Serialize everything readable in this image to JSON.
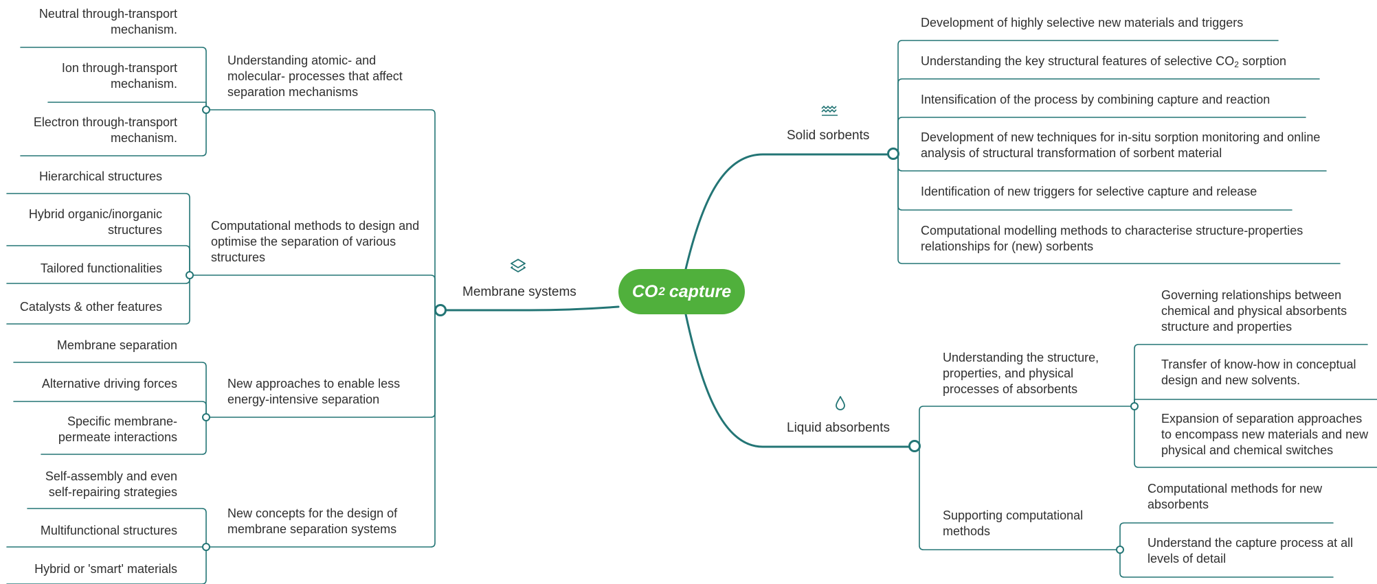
{
  "root": {
    "prefix": "CO",
    "subscript": "2",
    "suffix": "capture"
  },
  "colors": {
    "line": "#237575",
    "root_fill": "#50b03c",
    "root_text": "#ffffff",
    "text": "#2f2f2f"
  },
  "branches": {
    "membrane": {
      "label": "Membrane systems",
      "icon": "layers-icon",
      "topics": [
        {
          "label": "Understanding atomic- and molecular- processes that affect separation mechanisms",
          "leaves": [
            "Neutral through-transport mechanism.",
            "Ion through-transport mechanism.",
            "Electron through-transport mechanism."
          ]
        },
        {
          "label": "Computational methods to design and optimise the separation of various structures",
          "leaves": [
            "Hierarchical structures",
            "Hybrid organic/inorganic structures",
            "Tailored functionalities",
            "Catalysts & other features"
          ]
        },
        {
          "label": "New approaches to enable less energy-intensive separation",
          "leaves": [
            "Membrane separation",
            "Alternative driving forces",
            "Specific membrane-permeate interactions"
          ]
        },
        {
          "label": "New concepts for the design of membrane separation systems",
          "leaves": [
            "Self-assembly and even self-repairing strategies",
            "Multifunctional structures",
            "Hybrid or 'smart' materials"
          ]
        }
      ]
    },
    "solid": {
      "label": "Solid sorbents",
      "icon": "waves-icon",
      "topics": [
        {
          "label": "Development of highly selective new materials and triggers"
        },
        {
          "label": "Understanding the key structural features of selective CO",
          "subscript": "2",
          "suffix": " sorption"
        },
        {
          "label": "Intensification of the process by combining capture and reaction"
        },
        {
          "label": "Development of new techniques for in-situ sorption monitoring and online analysis of structural transformation of sorbent material"
        },
        {
          "label": "Identification of new triggers for selective capture and release"
        },
        {
          "label": "Computational modelling methods to characterise structure-properties relationships for (new) sorbents"
        }
      ]
    },
    "liquid": {
      "label": "Liquid absorbents",
      "icon": "droplet-icon",
      "topics": [
        {
          "label": "Understanding the structure, properties, and physical processes of absorbents",
          "leaves": [
            "Governing relationships between chemical and physical absorbents structure and properties",
            "Transfer of know-how in conceptual design and new solvents.",
            "Expansion of separation approaches to encompass new materials and new physical and chemical switches"
          ]
        },
        {
          "label": "Supporting computational methods",
          "leaves": [
            "Computational methods for new absorbents",
            "Understand the capture process at all levels of detail"
          ]
        }
      ]
    }
  }
}
